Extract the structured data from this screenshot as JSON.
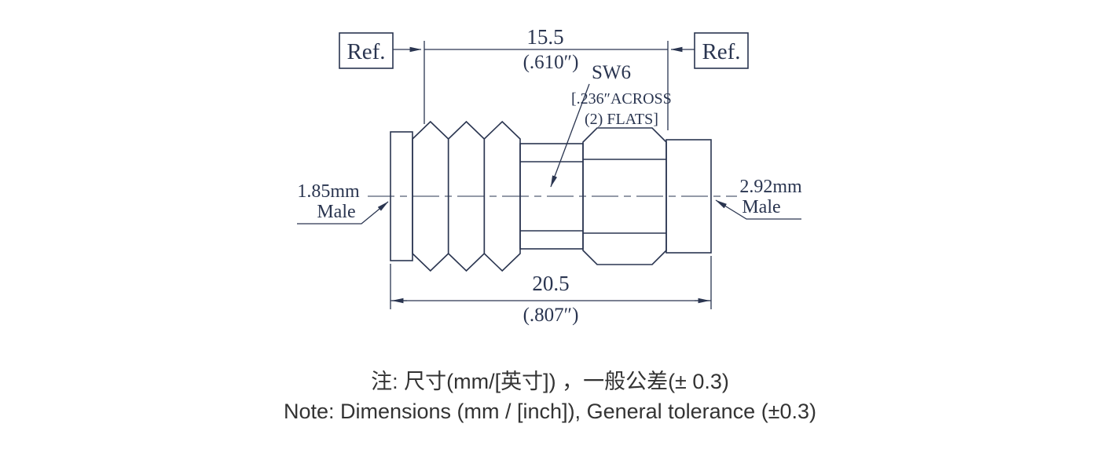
{
  "drawing": {
    "ref_left": "Ref.",
    "ref_right": "Ref.",
    "top_dim_mm": "15.5",
    "top_dim_inch": "(.610″)",
    "sw_label": "SW6",
    "sw_note_line1": "[.236″ACROSS",
    "sw_note_line2": "(2) FLATS]",
    "left_connector_size": "1.85mm",
    "left_connector_gender": "Male",
    "right_connector_size": "2.92mm",
    "right_connector_gender": "Male",
    "bottom_dim_mm": "20.5",
    "bottom_dim_inch": "(.807″)"
  },
  "notes": {
    "line_cn": "注: 尺寸(mm/[英寸]) ，一般公差(± 0.3)",
    "line_en": "Note: Dimensions (mm / [inch]), General tolerance (±0.3)"
  },
  "colors": {
    "drawing_line": "#2a3550",
    "note_text": "#333333",
    "background": "#ffffff"
  }
}
